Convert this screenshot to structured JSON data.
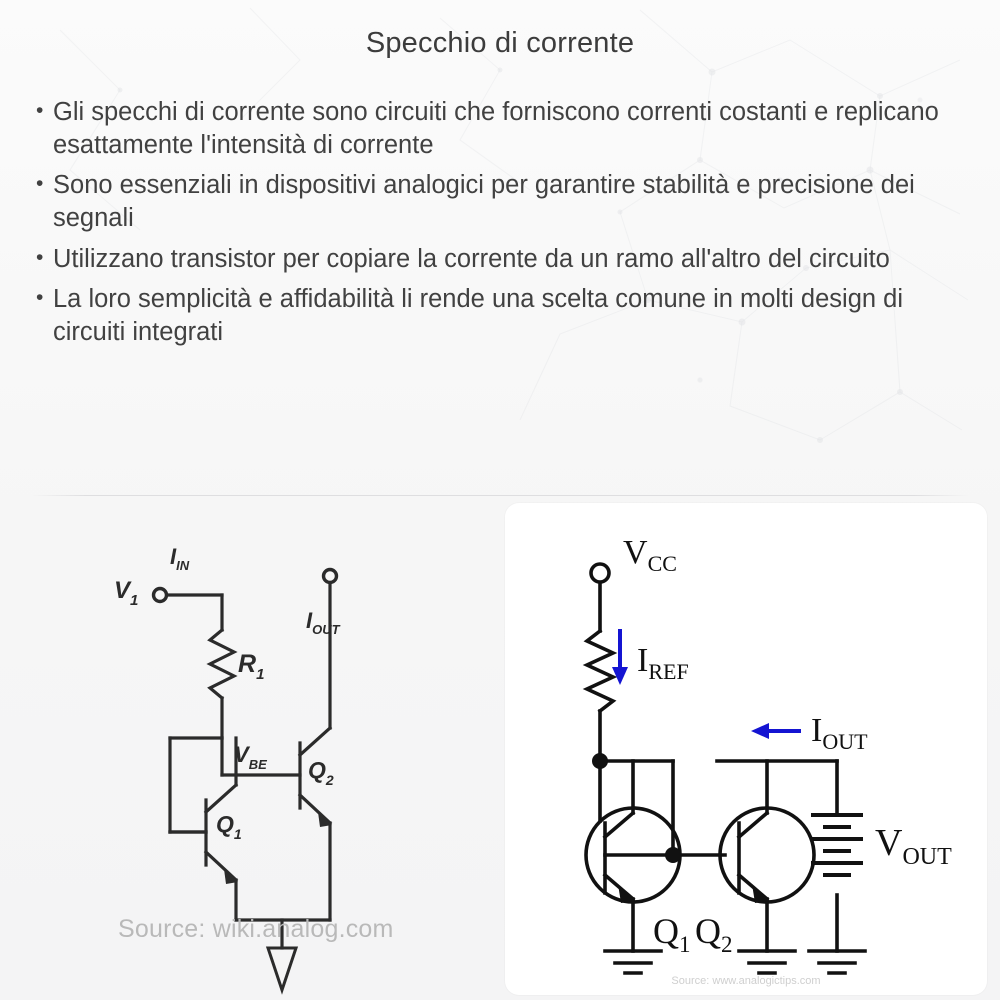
{
  "header": {
    "title": "Specchio di corrente"
  },
  "bullets": [
    {
      "marker": "•",
      "text": "Gli specchi di corrente sono circuiti che forniscono correnti costanti e replicano esattamente l'intensità di corrente"
    },
    {
      "marker": "•",
      "text": "Sono essenziali in dispositivi analogici per garantire stabilità e precisione dei segnali"
    },
    {
      "marker": "•",
      "text": "Utilizzano transistor per copiare la corrente da un ramo all'altro del circuito"
    },
    {
      "marker": "•",
      "text": "La loro semplicità e affidabilità li rende una scelta comune in molti design di circuiti integrati"
    }
  ],
  "figures": {
    "left": {
      "caption": "Source: wiki.analog.com",
      "labels": {
        "v1": "V",
        "v1_sub": "1",
        "iin": "I",
        "iin_sub": "IN",
        "r1": "R",
        "r1_sub": "1",
        "vbe": "V",
        "vbe_sub": "BE",
        "iout": "I",
        "iout_sub": "OUT",
        "q1": "Q",
        "q1_sub": "1",
        "q2": "Q",
        "q2_sub": "2"
      }
    },
    "right": {
      "caption": "Source: www.analogictips.com",
      "labels": {
        "vcc": "V",
        "vcc_sub": "CC",
        "iref": "I",
        "iref_sub": "REF",
        "iout": "I",
        "iout_sub": "OUT",
        "vout": "V",
        "vout_sub": "OUT",
        "q1": "Q",
        "q1_sub": "1",
        "q2": "Q",
        "q2_sub": "2"
      },
      "accent_color": "#1414d2"
    }
  },
  "colors": {
    "background": "#f7f7f7",
    "text": "#414141",
    "title": "#3c3c3c",
    "panel": "#ffffff",
    "arrow_blue": "#1414d2",
    "caption_gray": "#b9b9b9"
  }
}
